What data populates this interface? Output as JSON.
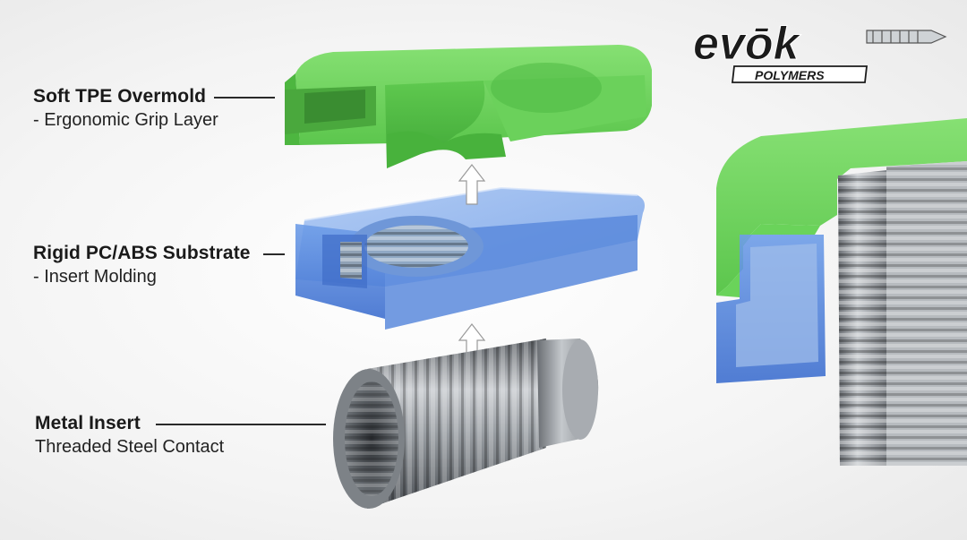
{
  "brand": {
    "logo_text": "evōk",
    "logo_subtext": "POLYMERS"
  },
  "colors": {
    "tpe_green": "#6ad35a",
    "pc_abs_blue": "#5f8fe0",
    "steel_gray": "#9ea3a7",
    "label_text": "#1a1a1a"
  },
  "callouts": [
    {
      "title": "Soft TPE Overmold",
      "subtitle": "- Ergonomic Grip Layer"
    },
    {
      "title": "Rigid PC/ABS Substrate",
      "subtitle": "- Insert Molding"
    },
    {
      "title": "Metal Insert",
      "subtitle": "Threaded Steel Contact"
    }
  ],
  "icons": [
    "arrow-up-icon",
    "arrow-up-icon"
  ]
}
